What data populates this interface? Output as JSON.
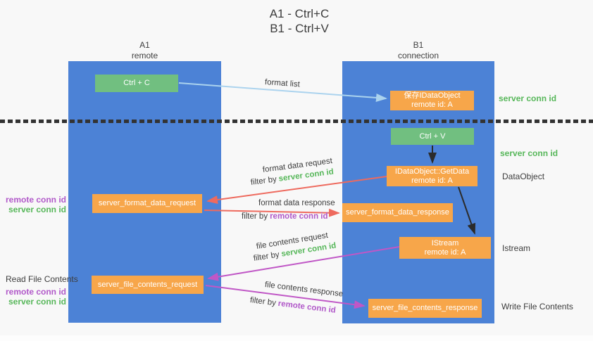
{
  "title": {
    "line1": "A1 - Ctrl+C",
    "line2": "B1 - Ctrl+V"
  },
  "lanes": {
    "a": {
      "title": "A1",
      "subtitle": "remote"
    },
    "b": {
      "title": "B1",
      "subtitle": "connection"
    }
  },
  "boxes": {
    "ctrl_c": {
      "label": "Ctrl + C"
    },
    "save_idataobject": {
      "line1": "保存IDataObject",
      "line2": "remote id: A"
    },
    "ctrl_v": {
      "label": "Ctrl + V"
    },
    "getdata": {
      "line1": "IDataObject::GetData",
      "line2": "remote id: A"
    },
    "server_format_data_request": {
      "label": "server_format_data_request"
    },
    "server_format_data_response": {
      "label": "server_format_data_response"
    },
    "istream": {
      "line1": "IStream",
      "line2": "remote id: A"
    },
    "server_file_contents_request": {
      "label": "server_file_contents_request"
    },
    "server_file_contents_response": {
      "label": "server_file_contents_response"
    }
  },
  "arrow_labels": {
    "format_list": "format list",
    "format_data_request": "format data request",
    "format_data_response": "format data response",
    "file_contents_request": "file contents request",
    "file_contents_response": "file contents response",
    "filter_by": "filter by",
    "server_conn_id": "server conn id",
    "remote_conn_id": "remote conn id"
  },
  "side_labels": {
    "server_conn_id_top": "server conn id",
    "server_conn_id_mid": "server conn id",
    "dataobject": "DataObject",
    "istream": "Istream",
    "write_file_contents": "Write File Contents",
    "read_file_contents": "Read File Contents",
    "left_remote_conn_id": "remote conn id",
    "left_server_conn_id": "server conn id",
    "left_remote_conn_id_2": "remote conn id",
    "left_server_conn_id_2": "server conn id"
  },
  "colors": {
    "background": "#f8f8f8",
    "lane_blue": "#4c82d6",
    "box_orange": "#f7a64a",
    "box_green": "#71bf80",
    "arrow_red": "#ee6a5e",
    "arrow_magenta": "#c057c6",
    "arrow_lightblue": "#abd3ee",
    "arrow_black": "#2b2b2b",
    "text_green": "#57b75a",
    "text_purple": "#b159c9"
  }
}
